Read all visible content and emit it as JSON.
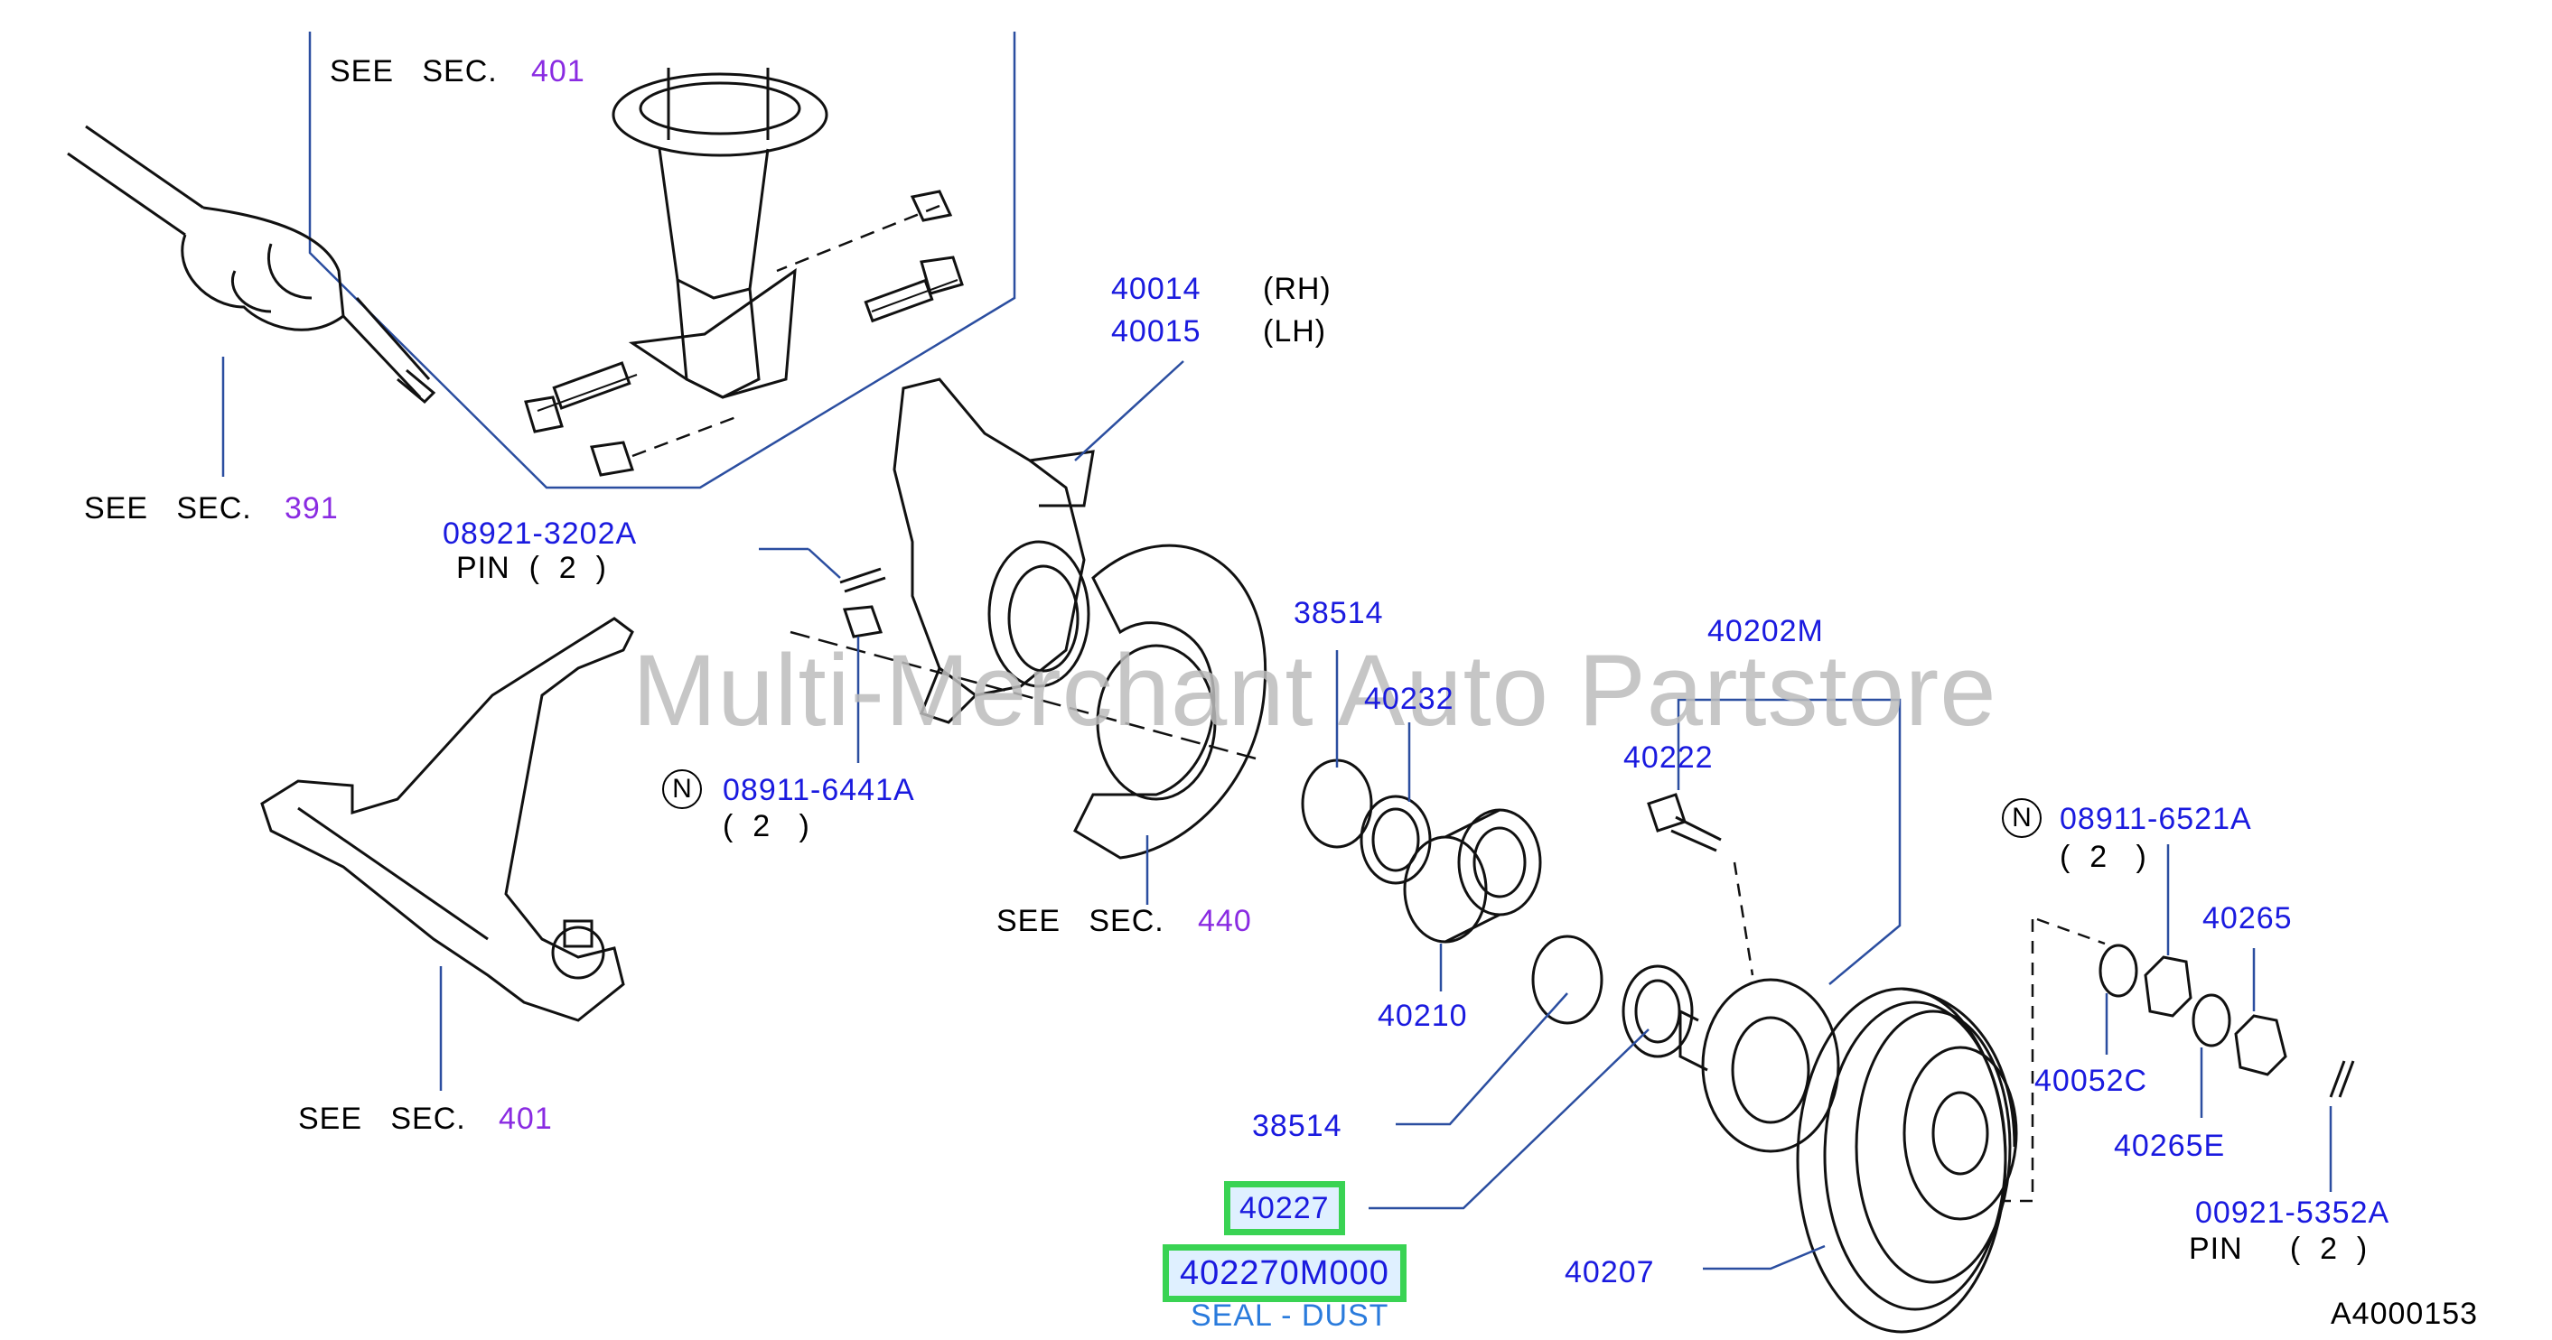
{
  "watermark": "Multi-Merchant Auto Partstore",
  "diagram_id": "A4000153",
  "see_sec_text": "SEE   SEC.",
  "references": {
    "sec401_top": "401",
    "sec391": "391",
    "sec440": "440",
    "sec401_bottom": "401"
  },
  "parts": {
    "p40014": "40014",
    "rh": "(RH)",
    "p40015": "40015",
    "lh": "(LH)",
    "p08921_3202A": "08921-3202A",
    "pin_2a": "PIN  (  2  )",
    "n_symbol": "N",
    "p08911_6441A": "08911-6441A",
    "qty_2a": "(  2   )",
    "p38514_top": "38514",
    "p40232": "40232",
    "p40202M": "40202M",
    "p40222": "40222",
    "p08911_6521A": "08911-6521A",
    "qty_2b": "(  2   )",
    "p40265": "40265",
    "p40210": "40210",
    "p38514_bottom": "38514",
    "p40052C": "40052C",
    "p40265E": "40265E",
    "p00921_5352A": "00921-5352A",
    "pin_2b": "PIN     (  2  )",
    "p40227": "40227",
    "p402270M000": "402270M000",
    "seal_dust": "SEAL - DUST",
    "p40207": "40207"
  },
  "colors": {
    "part_number": "#1a1adf",
    "section_ref": "#8a2be2",
    "highlight_border": "#39d353",
    "leader": "#2b4ea0",
    "outline": "#111111"
  }
}
